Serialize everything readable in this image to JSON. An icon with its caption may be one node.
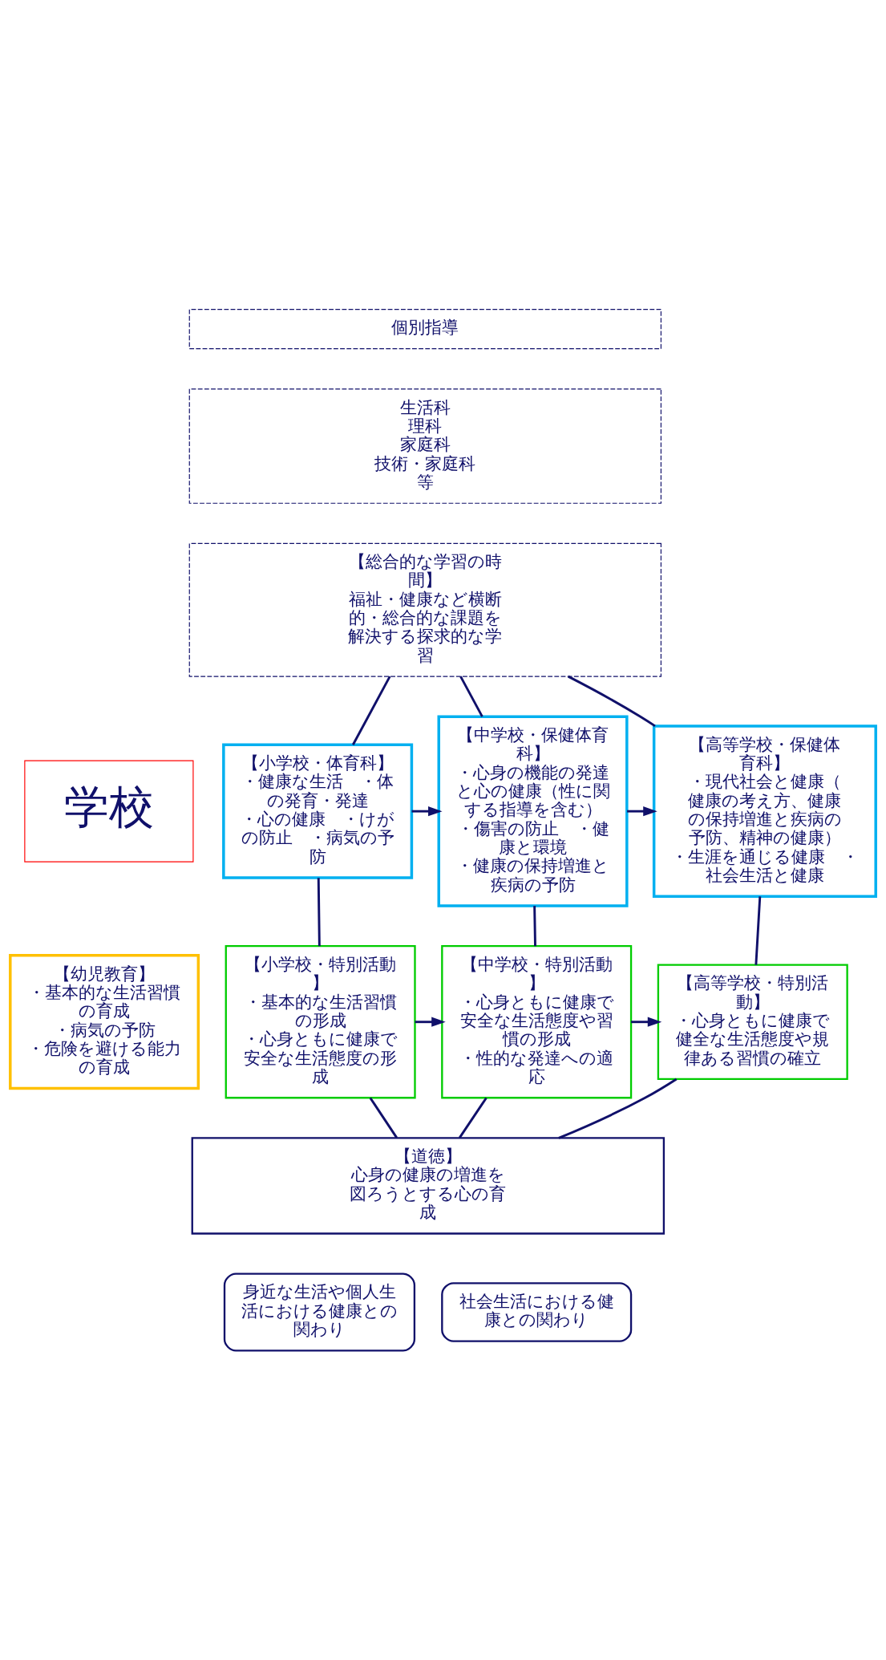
{
  "diagram": {
    "nodes": [
      {
        "text": [
          "個別指導"
        ]
      },
      {
        "text": [
          "生活科",
          "理科",
          "家庭科",
          "技術・家庭科",
          "等"
        ]
      },
      {
        "text": [
          "【総合的な学習の時間】",
          "福祉・健康など横断的・総合的な課題を解決する探求的な学習"
        ]
      },
      {
        "text": [
          "学校"
        ]
      },
      {
        "text": [
          "【小学校・体育科】",
          "・健康な生活　・体の発育・発達",
          "・心の健康　・けがの防止　・病気の予防"
        ]
      },
      {
        "text": [
          "【中学校・保健体育科】",
          "・心身の機能の発達と心の健康（性に関する指導を含む）",
          "・傷害の防止　・健康と環境",
          "・健康の保持増進と疾病の予防"
        ]
      },
      {
        "text": [
          "【高等学校・保健体育科】",
          "・現代社会と健康（健康の考え方、健康の保持増進と疾病の予防、精神の健康）",
          "・生涯を通じる健康　・社会生活と健康"
        ]
      },
      {
        "text": [
          "【幼児教育】",
          "・基本的な生活習慣の育成",
          "・病気の予防",
          "・危険を避ける能力の育成"
        ]
      },
      {
        "text": [
          "【小学校・特別活動】",
          "・基本的な生活習慣の形成",
          "・心身ともに健康で安全な生活態度の形成"
        ]
      },
      {
        "text": [
          "【中学校・特別活動】",
          "・心身ともに健康で安全な生活態度や習慣の形成",
          "・性的な発達への適応"
        ]
      },
      {
        "text": [
          "【高等学校・特別活動】",
          "・心身ともに健康で健全な生活態度や規律ある習慣の確立"
        ]
      },
      {
        "text": [
          "【道徳】",
          "心身の健康の増進を図ろうとする心の育成"
        ]
      },
      {
        "text": [
          "身近な生活や個人生活における健康との関わり"
        ]
      },
      {
        "text": [
          "社会生活における健康との関わり"
        ]
      }
    ],
    "edges": [
      {
        "from": 2,
        "to": 4,
        "arrow": "none"
      },
      {
        "from": 2,
        "to": 5,
        "arrow": "none"
      },
      {
        "from": 2,
        "to": 6,
        "arrow": "none"
      },
      {
        "from": 4,
        "to": 5,
        "arrow": "to"
      },
      {
        "from": 5,
        "to": 6,
        "arrow": "to"
      },
      {
        "from": 4,
        "to": 8,
        "arrow": "none"
      },
      {
        "from": 5,
        "to": 9,
        "arrow": "none"
      },
      {
        "from": 6,
        "to": 10,
        "arrow": "none"
      },
      {
        "from": 8,
        "to": 9,
        "arrow": "to"
      },
      {
        "from": 9,
        "to": 10,
        "arrow": "to"
      },
      {
        "from": 8,
        "to": 11,
        "arrow": "none"
      },
      {
        "from": 9,
        "to": 11,
        "arrow": "none"
      },
      {
        "from": 10,
        "to": 11,
        "arrow": "none"
      }
    ]
  }
}
